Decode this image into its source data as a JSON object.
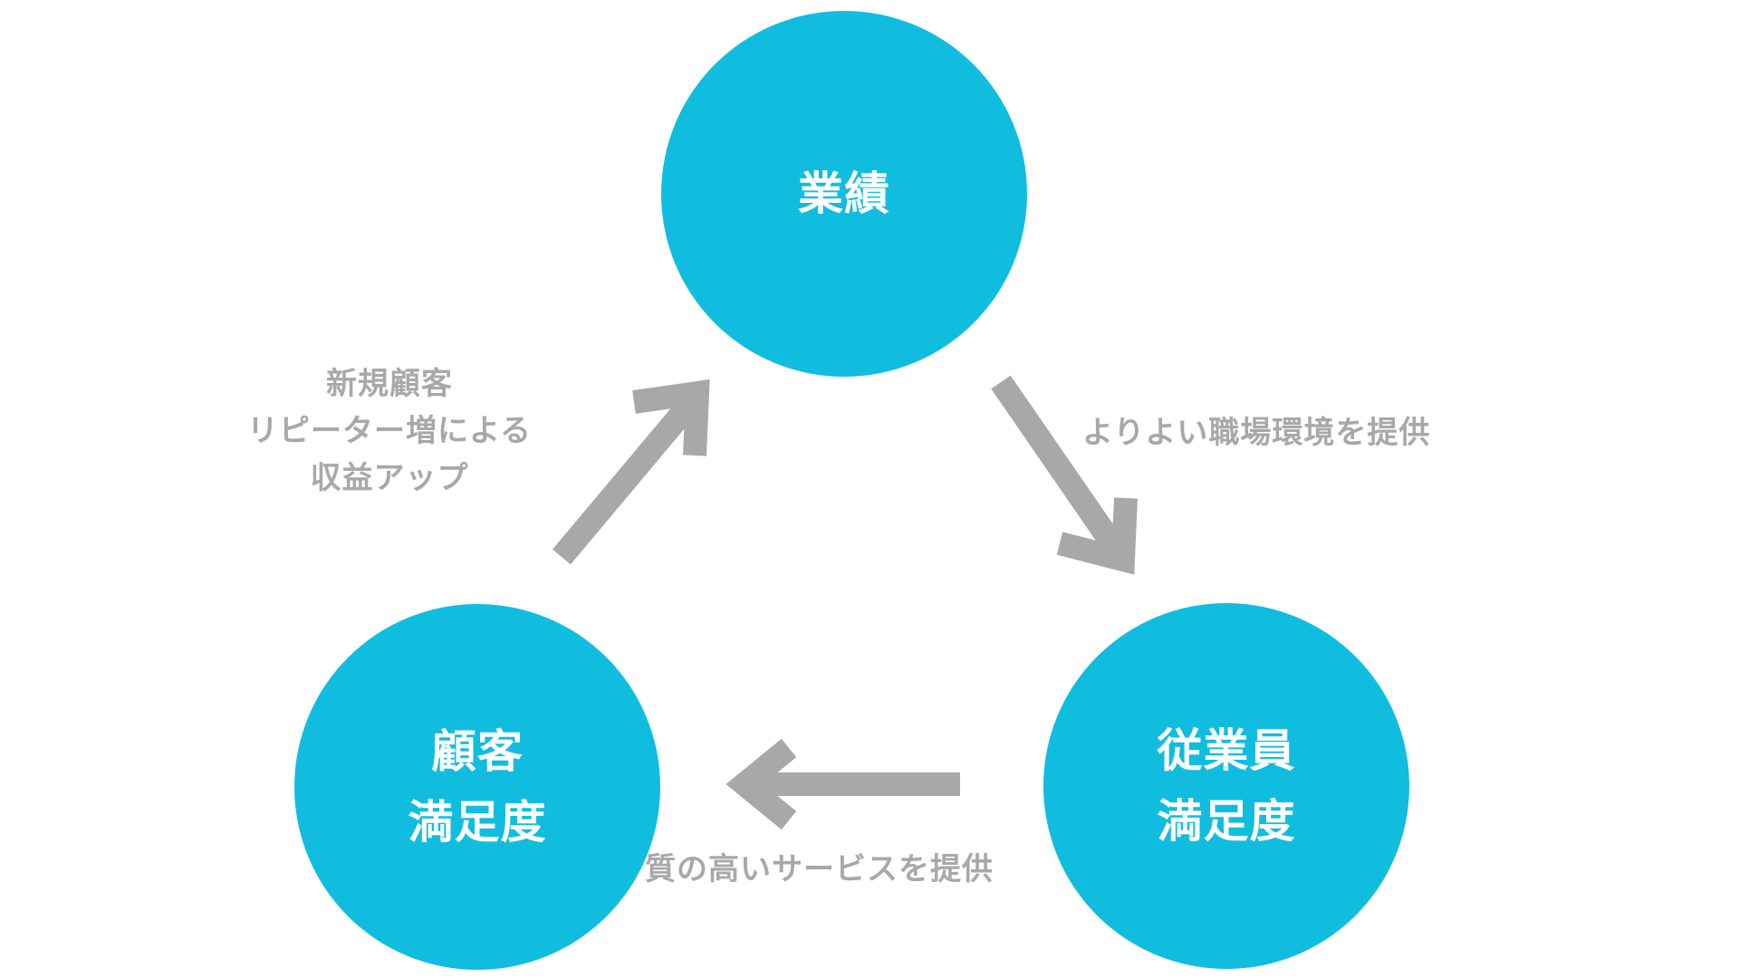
{
  "nodes": {
    "top": {
      "label": "業績"
    },
    "left": {
      "label": "顧客\n満足度"
    },
    "right": {
      "label": "従業員\n満足度"
    }
  },
  "edges": {
    "left_to_top": {
      "label": "新規顧客\nリピーター増による\n収益アップ"
    },
    "top_to_right": {
      "label": "よりよい職場環境を提供"
    },
    "right_to_left": {
      "label": "質の高いサービスを提供"
    }
  },
  "colors": {
    "node_fill": "#11bddf",
    "node_text": "#ffffff",
    "arrow": "#a8a8a8",
    "label_text": "#a8a8a8"
  }
}
